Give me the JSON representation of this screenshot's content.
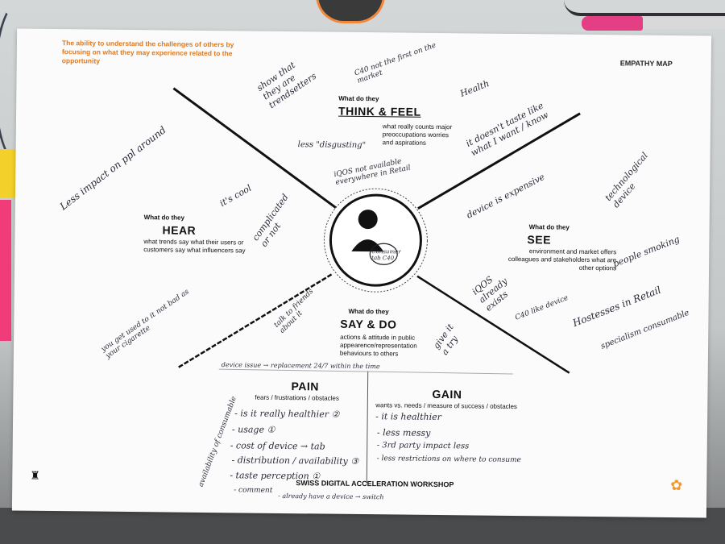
{
  "header": {
    "tagline": "The ability to understand the challenges of others by focusing on what they may experience related to the opportunity",
    "map_title": "EMPATHY MAP"
  },
  "quadrants": {
    "think": {
      "question": "What do they",
      "heading": "THINK & FEEL",
      "desc": "what really counts major preoccupations worries and aspirations"
    },
    "hear": {
      "question": "What do they",
      "heading": "HEAR",
      "desc": "what trends say what their users or customers say what influencers say"
    },
    "see": {
      "question": "What do they",
      "heading": "SEE",
      "desc": "environment and market offers colleagues and stakeholders what are other options"
    },
    "say": {
      "question": "What do they",
      "heading": "SAY & DO",
      "desc": "actions & attitude in public appearence/representation behaviours to others"
    },
    "pain": {
      "heading": "PAIN",
      "desc": "fears / frustrations / obstacles"
    },
    "gain": {
      "heading": "GAIN",
      "desc": "wants vs. needs / measure of success / obstacles"
    }
  },
  "center": {
    "note": "Consumer tab C40"
  },
  "handwritten": {
    "n1": "show that they are trendsetters",
    "n2": "C40 not the first on the market",
    "n3": "Health",
    "n4": "it doesn't taste like what I want / know",
    "n5": "less \"disgusting\"",
    "n6": "iQOS not available everywhere in Retail",
    "n7": "Less impact on ppl around",
    "n8": "it's cool",
    "n9": "complicated or not",
    "n10": "device is expensive",
    "n11": "technological device",
    "n12": "people smoking",
    "n13": "iQOS already exists",
    "n14": "C40 like device",
    "n15": "Hostesses in Retail",
    "n16": "specialism consumable",
    "n17": "you get used to it not bad as your cigarette",
    "n18": "talk to friends about it",
    "n19": "give it a try",
    "n20": "device issue → replacement 24/7 within the time",
    "p1": "- is it really healthier ②",
    "p2": "- usage ①",
    "p3": "- cost of device → tab",
    "p4": "- distribution / availability ③",
    "p5": "- taste perception ①",
    "p6": "- comment",
    "p7": "- already have a device → switch",
    "p8": "availability of consumable",
    "g1": "- it is healthier",
    "g2": "- less messy",
    "g3": "- 3rd party impact less",
    "g4": "- less restrictions on where to consume"
  },
  "footer": {
    "workshop": "SWISS DIGITAL ACCELERATION WORKSHOP"
  }
}
